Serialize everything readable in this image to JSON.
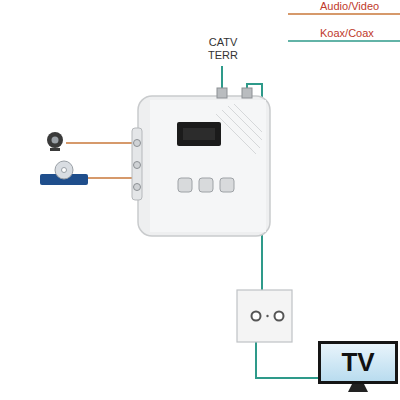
{
  "diagram": {
    "nodes": [
      {
        "text": [
          "TV"
        ]
      }
    ],
    "labels": [
      "CATV TERR"
    ],
    "legend": [
      {
        "text": "Audio/Video"
      },
      {
        "text": "Koax/Coax"
      }
    ]
  }
}
